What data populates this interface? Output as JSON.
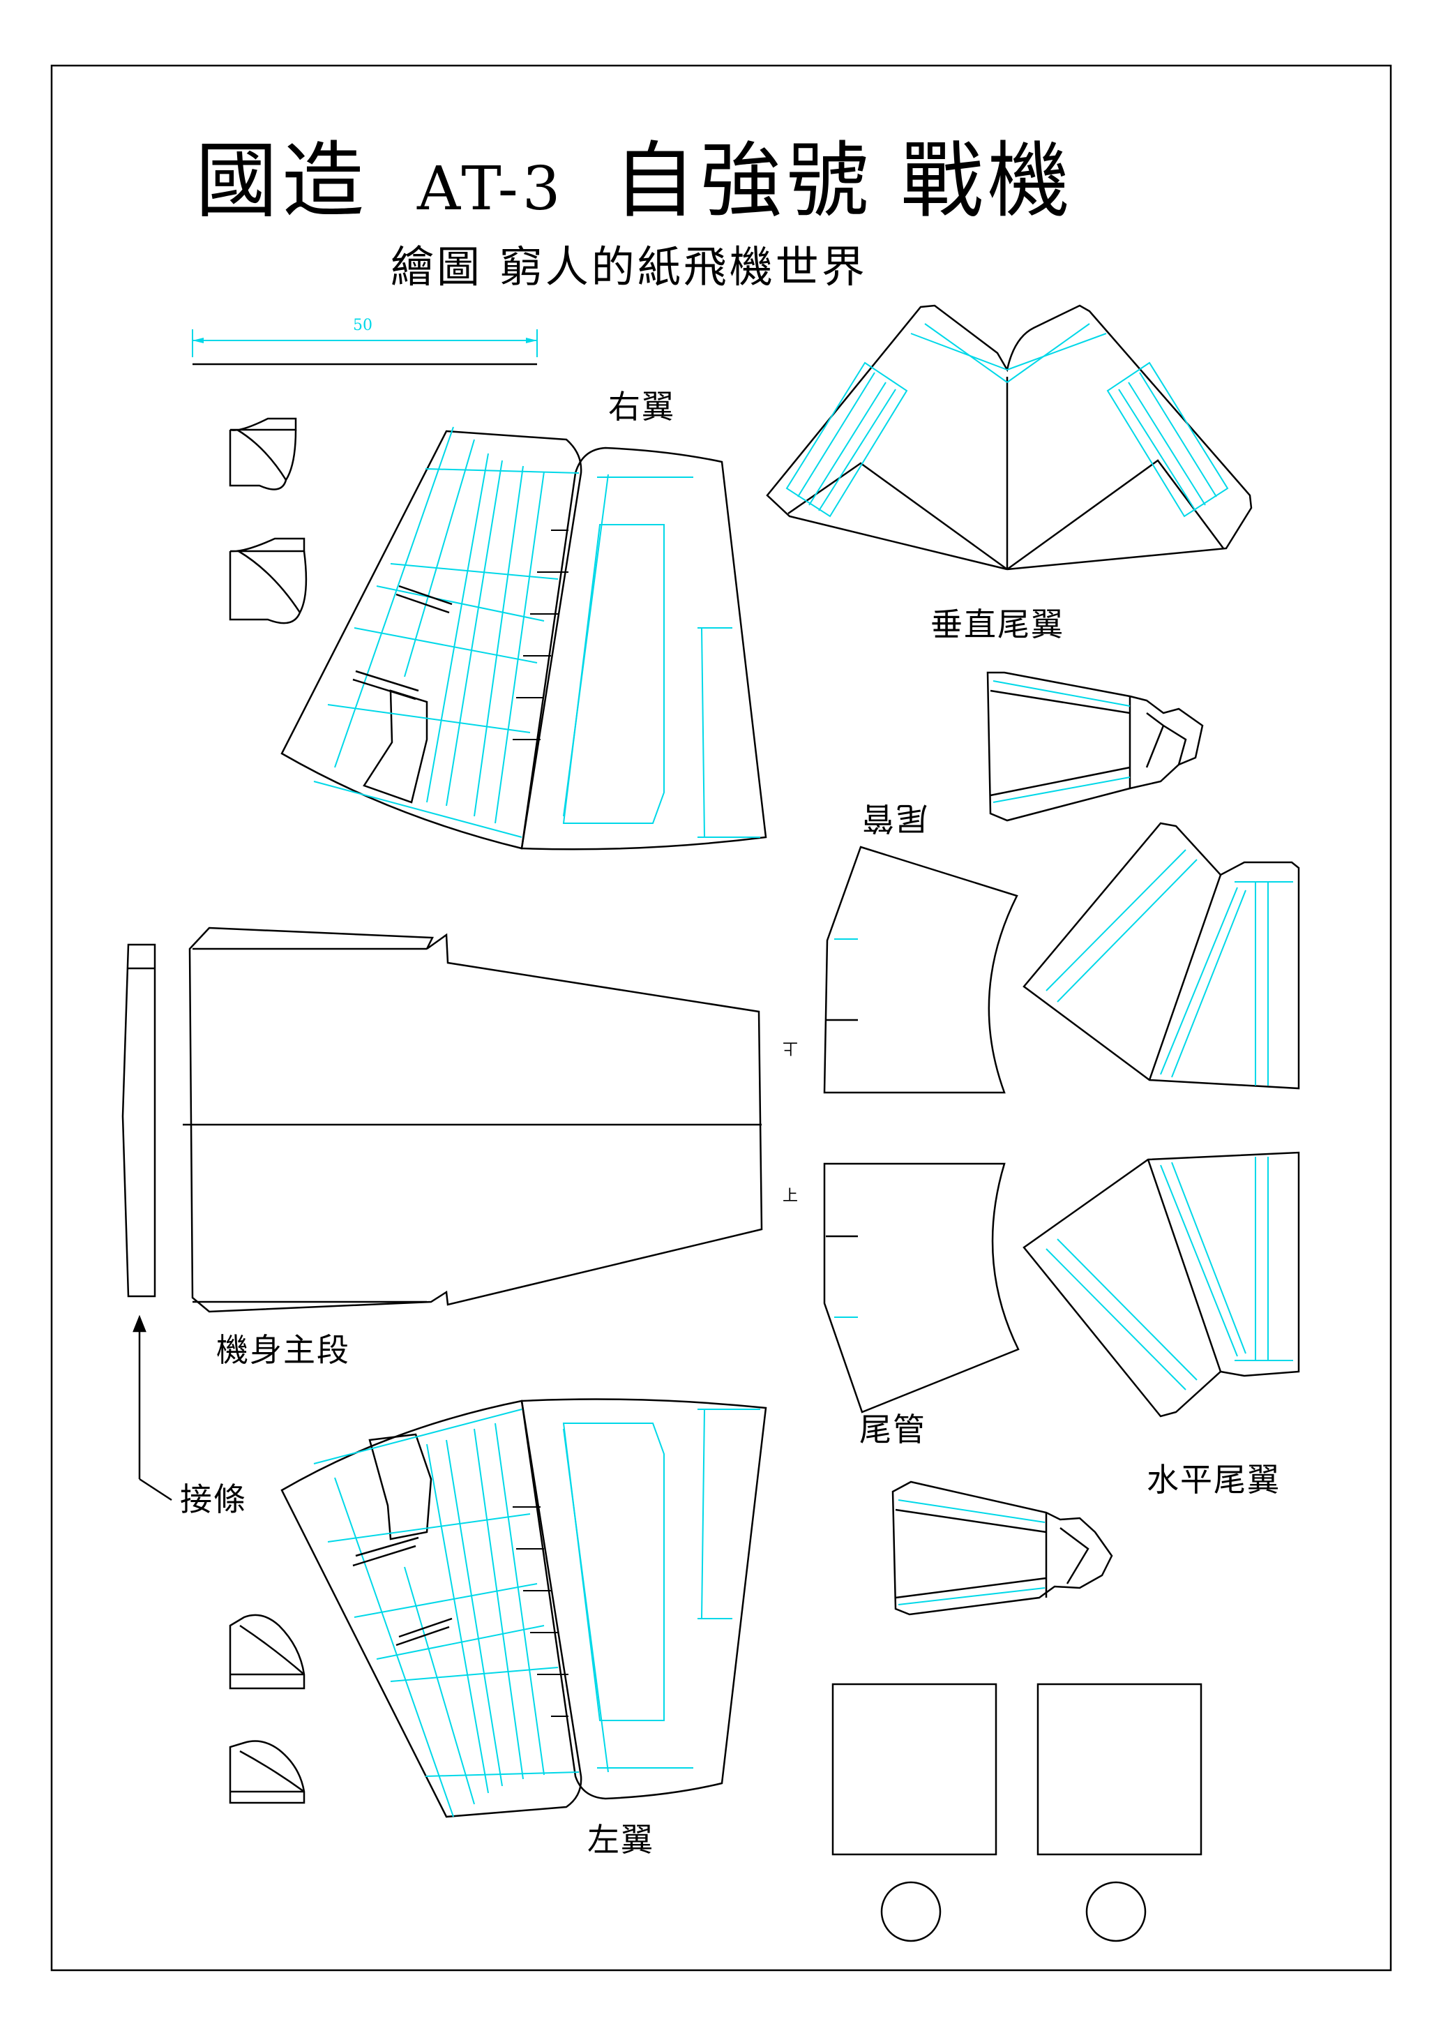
{
  "title": {
    "part1": "國造",
    "part2": "AT-3",
    "part3": "自強號",
    "part4": "戰機"
  },
  "subtitle": "繪圖 窮人的紙飛機世界",
  "scale_bar": {
    "value": "50"
  },
  "labels": {
    "right_wing": "右翼",
    "left_wing": "左翼",
    "vertical_tail": "垂直尾翼",
    "horizontal_tail": "水平尾翼",
    "fuselage_main": "機身主段",
    "tail_pipe_upper": "尾管",
    "tail_pipe_lower": "尾管",
    "joint_strip": "接條",
    "mark_upper": "上",
    "mark_lower": "上"
  },
  "colors": {
    "outline": "#000000",
    "fold_line": "#00d8e8"
  }
}
